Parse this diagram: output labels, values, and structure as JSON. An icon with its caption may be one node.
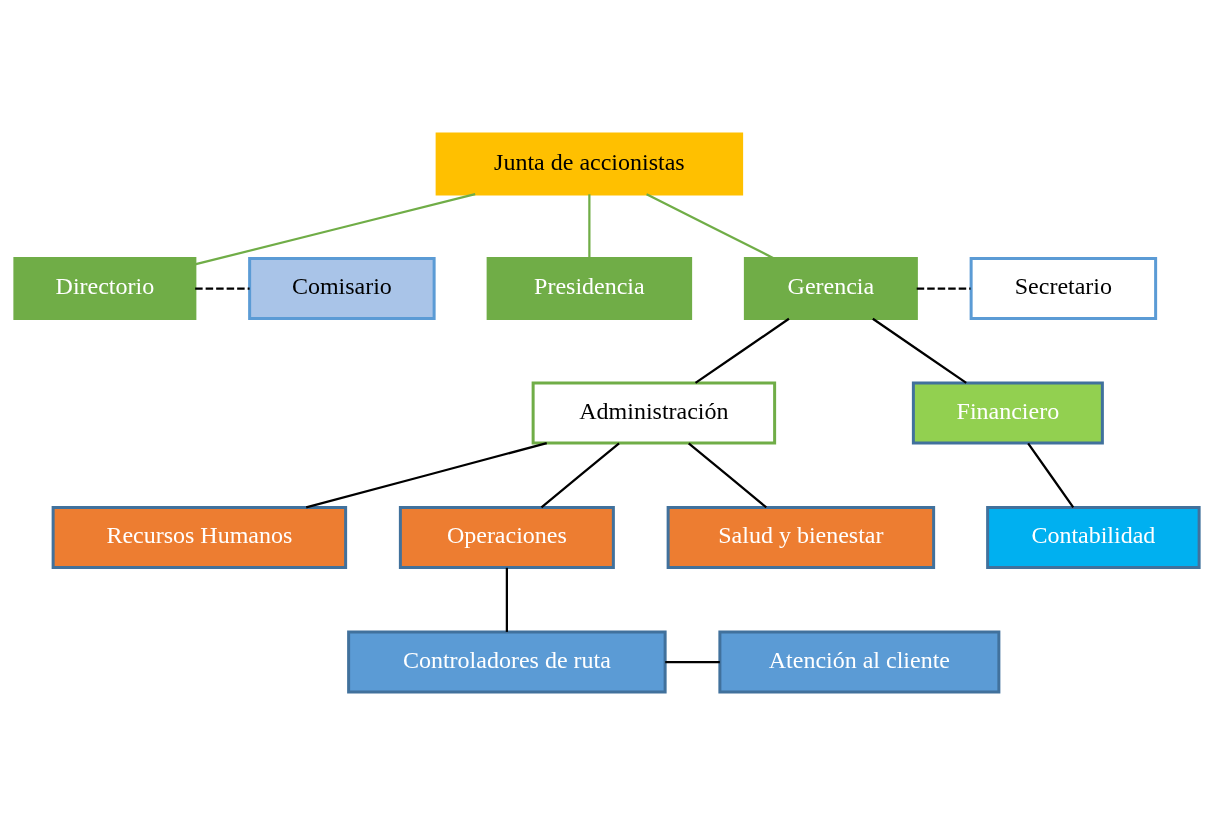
{
  "diagram": {
    "nodes": [
      {
        "text": [
          "Junta de accionistas"
        ]
      },
      {
        "text": [
          "Directorio"
        ]
      },
      {
        "text": [
          "Presidencia"
        ]
      },
      {
        "text": [
          "Gerencia"
        ]
      },
      {
        "text": [
          "Comisario"
        ]
      },
      {
        "text": [
          "Secretario"
        ]
      },
      {
        "text": [
          "Administración"
        ]
      },
      {
        "text": [
          "Financiero"
        ]
      },
      {
        "text": [
          "Recursos Humanos"
        ]
      },
      {
        "text": [
          "Operaciones"
        ]
      },
      {
        "text": [
          "Salud y bienestar"
        ]
      },
      {
        "text": [
          "Contabilidad"
        ]
      },
      {
        "text": [
          "Controladores de ruta"
        ]
      },
      {
        "text": [
          "Atención al cliente"
        ]
      }
    ],
    "edges": [
      {
        "from": 0,
        "to": 1,
        "arrow": "none",
        "color": "#70ad47"
      },
      {
        "from": 0,
        "to": 2,
        "arrow": "none",
        "color": "#70ad47"
      },
      {
        "from": 0,
        "to": 3,
        "arrow": "none",
        "color": "#70ad47"
      },
      {
        "from": 1,
        "to": 4,
        "arrow": "none",
        "style": "dashed"
      },
      {
        "from": 3,
        "to": 5,
        "arrow": "none",
        "style": "dashed"
      },
      {
        "from": 3,
        "to": 6,
        "arrow": "none"
      },
      {
        "from": 3,
        "to": 7,
        "arrow": "none"
      },
      {
        "from": 6,
        "to": 8,
        "arrow": "none"
      },
      {
        "from": 6,
        "to": 9,
        "arrow": "none"
      },
      {
        "from": 6,
        "to": 10,
        "arrow": "none"
      },
      {
        "from": 7,
        "to": 11,
        "arrow": "none"
      },
      {
        "from": 9,
        "to": 12,
        "arrow": "none"
      },
      {
        "from": 12,
        "to": 13,
        "arrow": "none"
      }
    ]
  }
}
